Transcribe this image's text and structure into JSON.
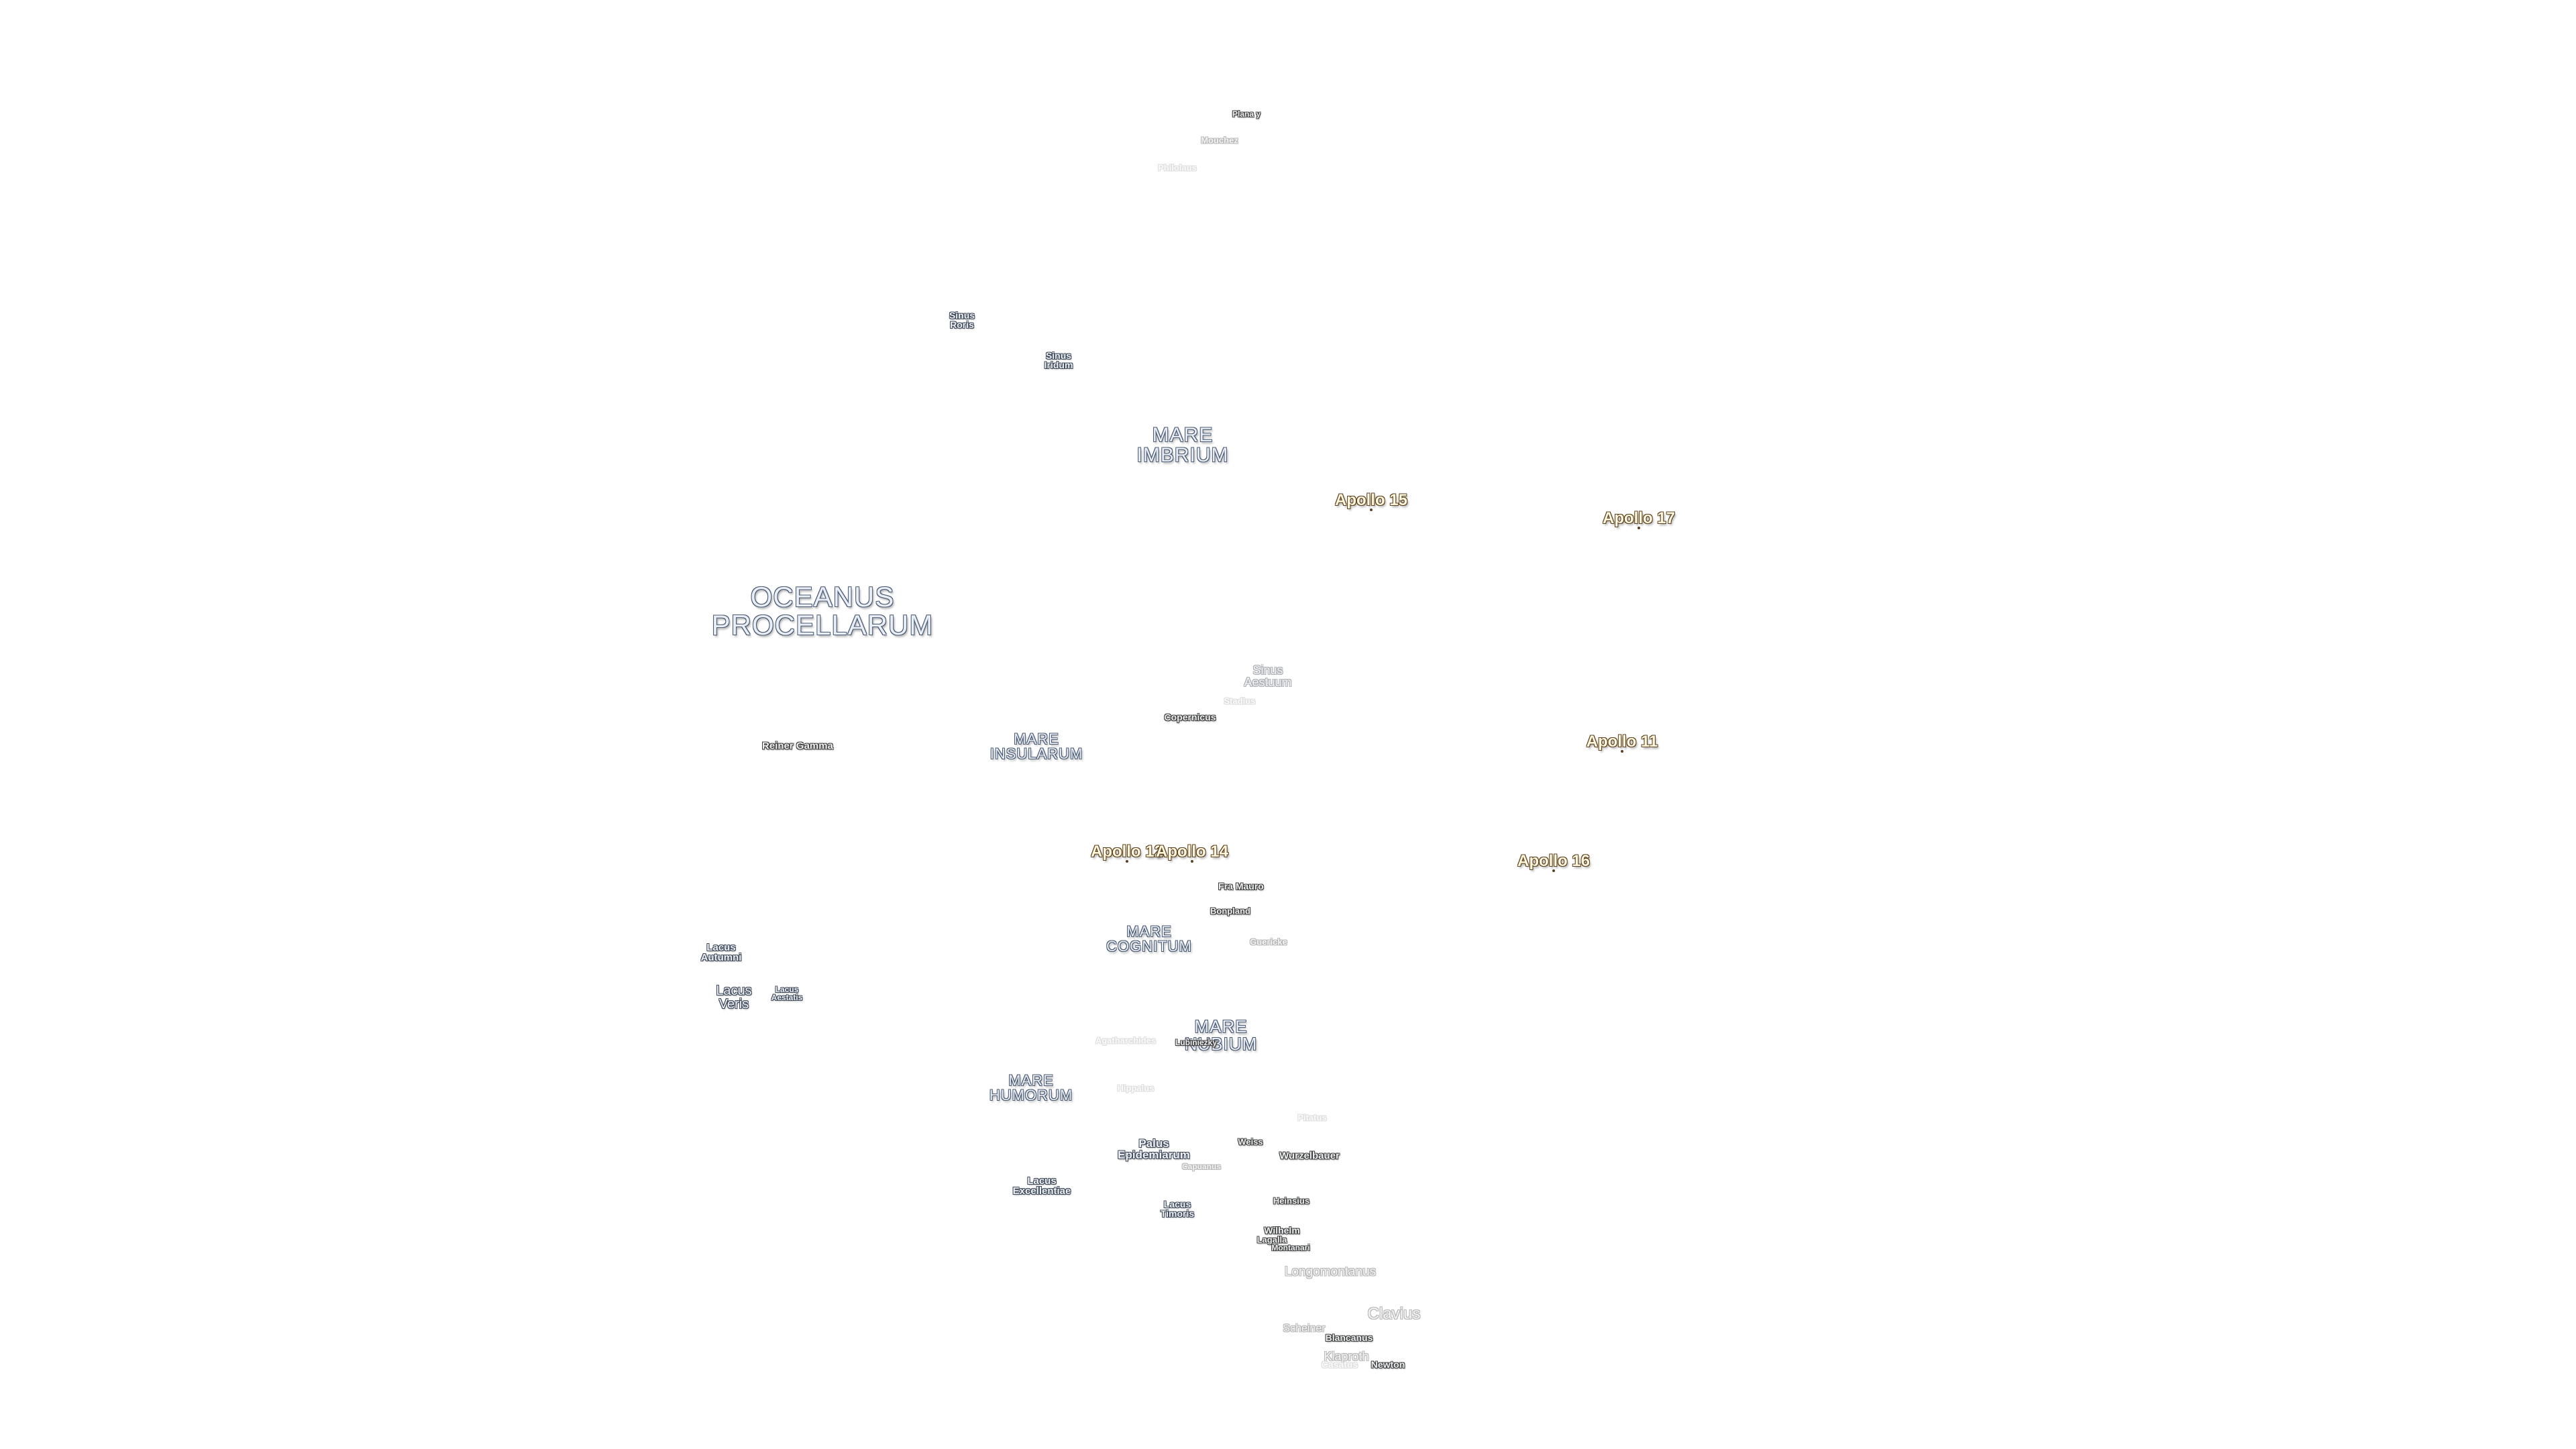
{
  "maria": {
    "imbrium": "MARE\nIMBRIUM",
    "oceanus": "OCEANUS\nPROCELLARUM",
    "insularum": "MARE\nINSULARUM",
    "cognitum": "MARE\nCOGNITUM",
    "nubium": "MARE\nNUBIUM",
    "humorum": "MARE\nHUMORUM"
  },
  "sinus": {
    "roris": "Sinus\nRoris",
    "iridum": "Sinus\nIridum",
    "aestuum": "Sinus\nAestuum"
  },
  "lacus": {
    "autumni": "Lacus\nAutumni",
    "veris": "Lacus\nVeris",
    "aestatis": "Lacus\nAestatis",
    "excellentiae": "Lacus\nExcellentiae",
    "timoris": "Lacus\nTimoris",
    "palus_epidemiarum": "Palus\nEpidemiarum"
  },
  "craters": {
    "pitatus_top": "Plana y",
    "mouchez": "Mouchez",
    "faint_top": "Philolaus",
    "copernicus": "Copernicus",
    "stadius": "Stadius",
    "reiner_gamma": "Reiner Gamma",
    "fra_mauro": "Fra Mauro",
    "bonpland": "Bonpland",
    "guericke": "Guericke",
    "agatharchides": "Agatharchides",
    "lubiniezky": "Lubiniezky",
    "hippalus": "Hippalus",
    "pitatus": "Pitatus",
    "weiss": "Weiss",
    "wurzelbauer": "Wurzelbauer",
    "capuanus": "Capuanus",
    "heinsius": "Heinsius",
    "wilhelm": "Wilhelm",
    "lagalla": "Lagalla",
    "montanari": "Montanari",
    "longomontanus": "Longomontanus",
    "clavius": "Clavius",
    "scheiner": "Scheiner",
    "blancanus": "Blancanus",
    "klaproth": "Klaproth",
    "casatus": "Casatus",
    "newton": "Newton"
  },
  "apollo": {
    "a15": "Apollo 15",
    "a17": "Apollo 17",
    "a11": "Apollo 11",
    "a12": "Apollo 12",
    "a14": "Apollo 14",
    "a16": "Apollo 16"
  }
}
